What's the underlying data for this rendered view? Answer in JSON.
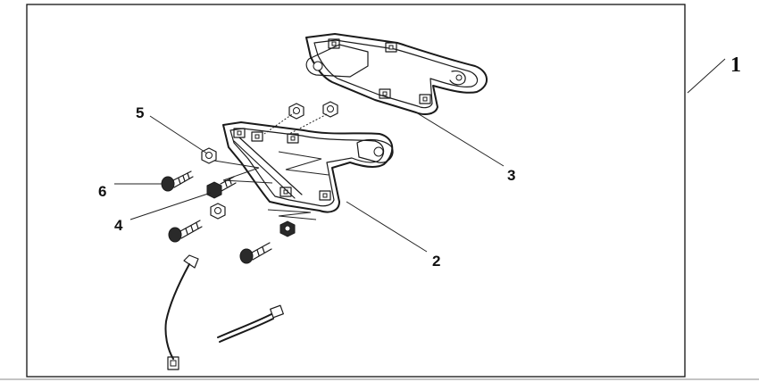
{
  "diagram": {
    "callouts": {
      "kit": "1",
      "lower_bracket": "2",
      "upper_bracket": "3",
      "flange_bolt": "4",
      "nut": "5",
      "screw": "6"
    }
  }
}
